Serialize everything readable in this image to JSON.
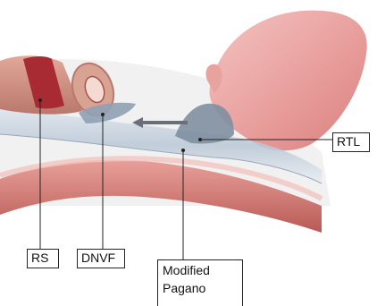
{
  "labels": {
    "rtl": "RTL",
    "rs": "RS",
    "dnvf": "DNVF",
    "modified_pagano": "Modified Pagano"
  },
  "colors": {
    "prostate": "#e9a3a3",
    "rectum_tube": "#c9877c",
    "rectum_dark": "#b0303a",
    "fascia_blue": "#aebfd2",
    "bottom_tissue": "#c96b63",
    "arrow": "#6b6f77"
  }
}
